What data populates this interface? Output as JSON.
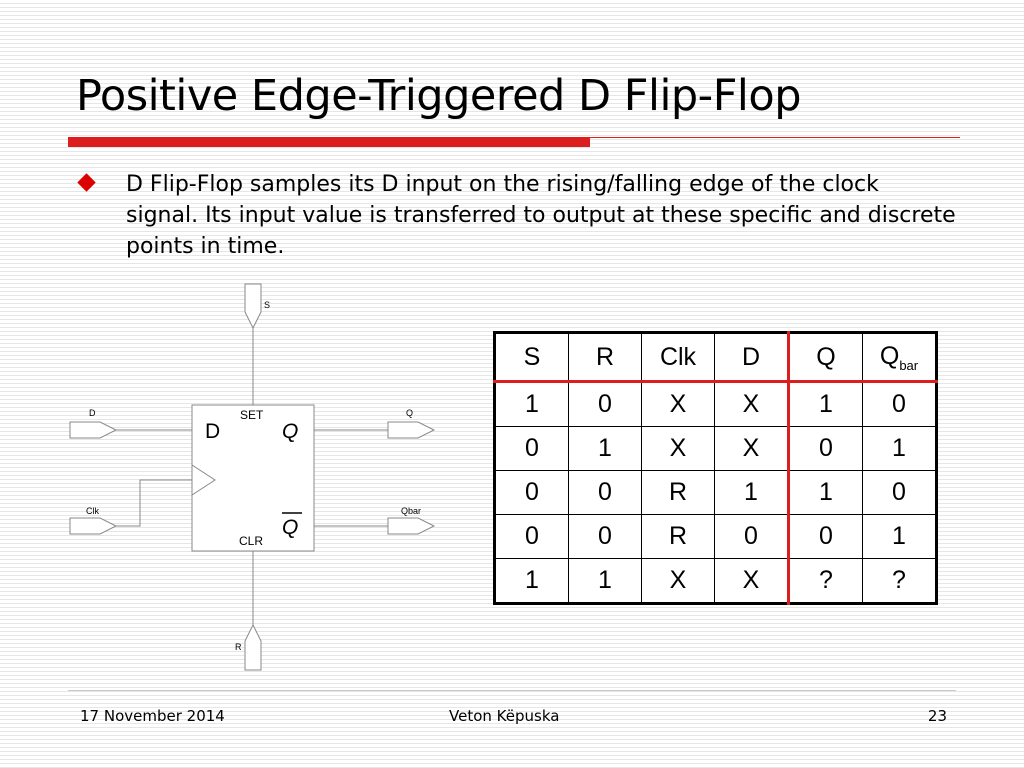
{
  "slide": {
    "title": "Positive Edge-Triggered D Flip-Flop",
    "bullet": "D Flip-Flop samples its D input on the rising/falling edge of the clock signal. Its input value is transferred to output at these specific and discrete points in time."
  },
  "circuit": {
    "pins": {
      "s": "S",
      "d": "D",
      "clk": "Clk",
      "q": "Q",
      "qbar": "Qbar",
      "r": "R"
    },
    "block": {
      "set": "SET",
      "clr": "CLR",
      "d": "D",
      "q": "Q",
      "qbar": "Q"
    }
  },
  "truth_table": {
    "headers": [
      "S",
      "R",
      "Clk",
      "D",
      "Q",
      "Q"
    ],
    "header_subscript": "bar",
    "rows": [
      [
        "1",
        "0",
        "X",
        "X",
        "1",
        "0"
      ],
      [
        "0",
        "1",
        "X",
        "X",
        "0",
        "1"
      ],
      [
        "0",
        "0",
        "R",
        "1",
        "1",
        "0"
      ],
      [
        "0",
        "0",
        "R",
        "0",
        "0",
        "1"
      ],
      [
        "1",
        "1",
        "X",
        "X",
        "?",
        "?"
      ]
    ]
  },
  "footer": {
    "date": "17 November 2014",
    "author": "Veton Këpuska",
    "page": "23"
  },
  "colors": {
    "accent": "#dd1e1e",
    "bullet": "#dd0000"
  }
}
